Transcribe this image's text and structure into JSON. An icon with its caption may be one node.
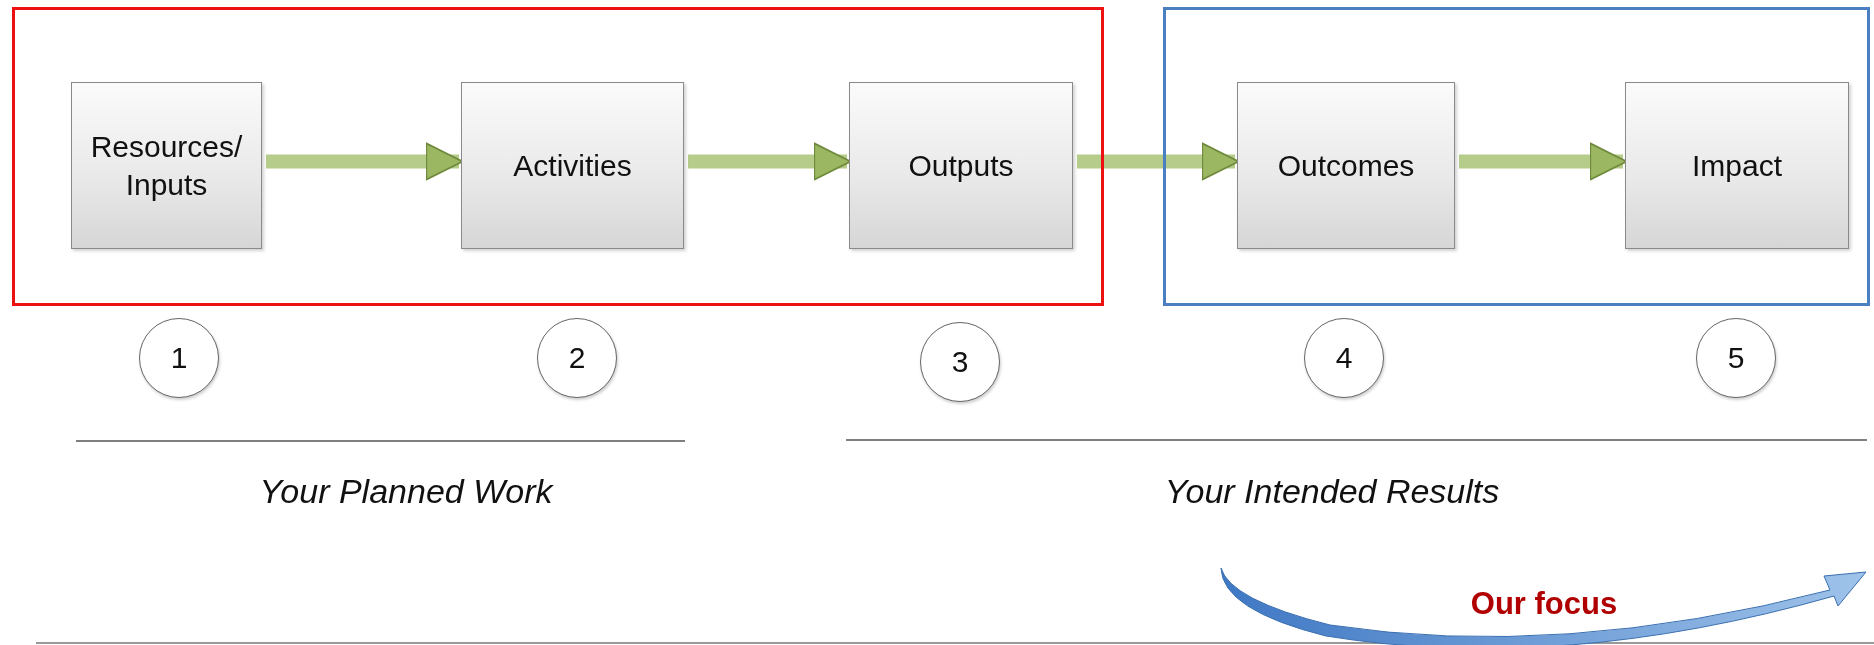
{
  "diagram": {
    "nodes": [
      {
        "text": [],
        "shape": "box"
      },
      {
        "text": [
          "Resources/ Inputs"
        ],
        "in": 0
      },
      {
        "text": [
          "Activities"
        ],
        "in": 0
      },
      {
        "text": [
          "Outputs"
        ],
        "in": 0
      },
      {
        "text": [],
        "shape": "box"
      },
      {
        "text": [
          "Outcomes"
        ],
        "in": 4
      },
      {
        "text": [
          "Impact"
        ],
        "in": 4
      },
      {
        "text": [
          "1"
        ]
      },
      {
        "text": [
          "2"
        ]
      },
      {
        "text": [
          "3"
        ]
      },
      {
        "text": [
          "4"
        ]
      },
      {
        "text": [
          "5"
        ]
      }
    ],
    "edges": [
      {
        "from": 1,
        "to": 2,
        "arrow": "to"
      },
      {
        "from": 2,
        "to": 3,
        "arrow": "to"
      },
      {
        "from": 3,
        "to": 5,
        "arrow": "to"
      },
      {
        "from": 5,
        "to": 6,
        "arrow": "to"
      }
    ],
    "labels": [
      "Your Planned Work",
      "Your Intended Results",
      "Our focus"
    ]
  }
}
